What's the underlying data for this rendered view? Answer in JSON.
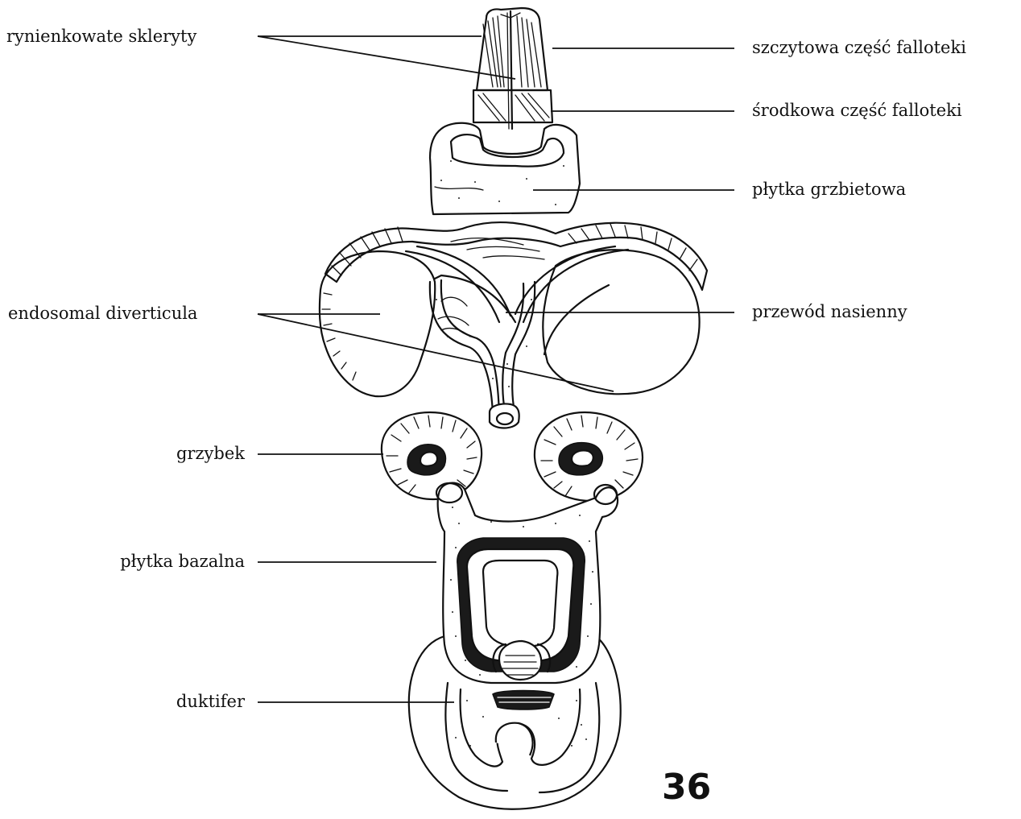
{
  "labels": {
    "rynienkowate": "rynienkowate skleryty",
    "szczytowa": "szczytowa część falloteki",
    "srodkowa": "środkowa część falloteki",
    "grzbietowa": "płytka grzbietowa",
    "endosomal": "endosomal diverticula",
    "przewod": "przewód nasienny",
    "grzybek": "grzybek",
    "bazalna": "płytka bazalna",
    "duktifer": "duktifer"
  },
  "figure_number": "36"
}
